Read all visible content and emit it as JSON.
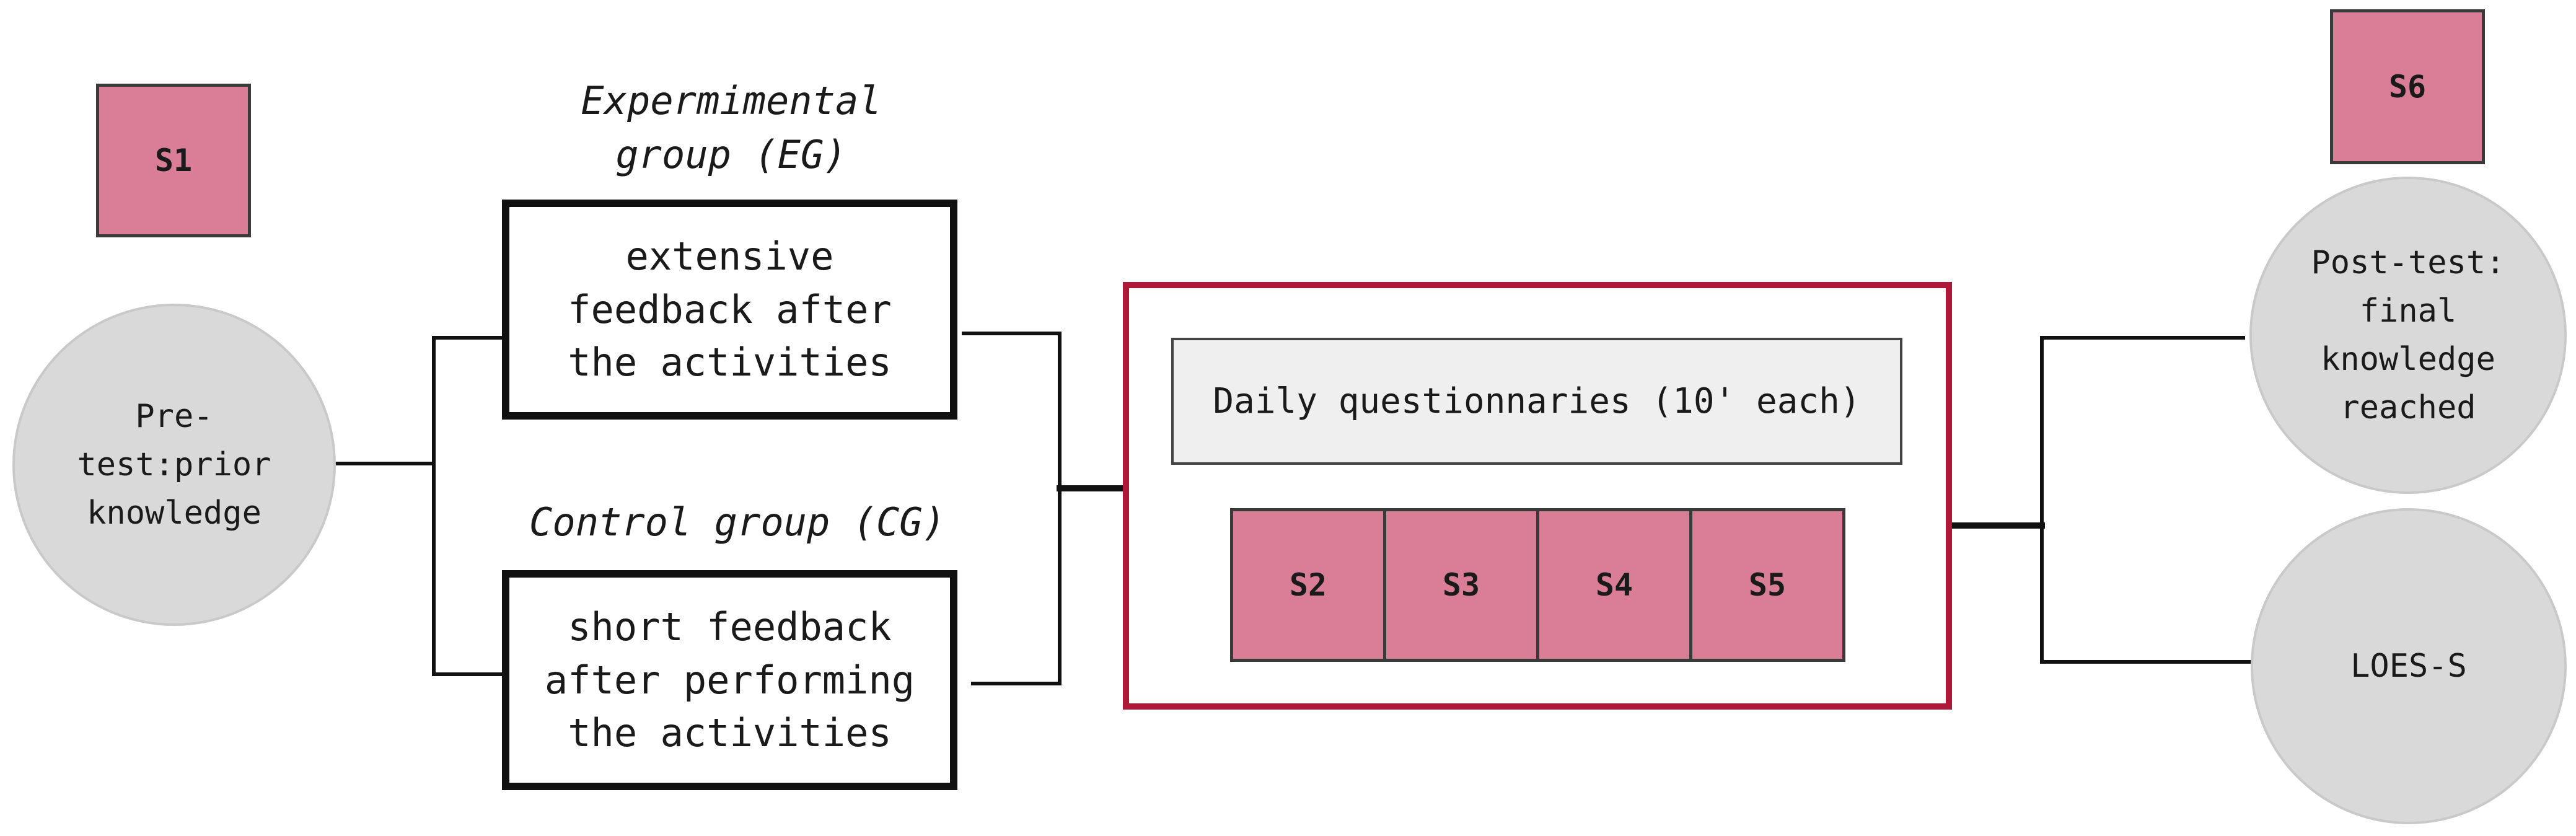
{
  "sessions": {
    "s1": "S1",
    "s2": "S2",
    "s3": "S3",
    "s4": "S4",
    "s5": "S5",
    "s6": "S6"
  },
  "pretest": {
    "label": "Pre-test:prior knowledge"
  },
  "experimental_group": {
    "title": "Expermimental group (EG)",
    "box": "extensive feedback after the activities"
  },
  "control_group": {
    "title": "Control group (CG)",
    "box": "short feedback after performing the activities"
  },
  "center": {
    "questionnaire": "Daily questionnaries (10' each)"
  },
  "posttest": {
    "label": "Post-test: final knowledge reached"
  },
  "loes": {
    "label": "LOES-S"
  },
  "colors": {
    "session_fill": "#d97e96",
    "center_frame": "#b01838",
    "circle_fill": "#d9d9d9"
  }
}
